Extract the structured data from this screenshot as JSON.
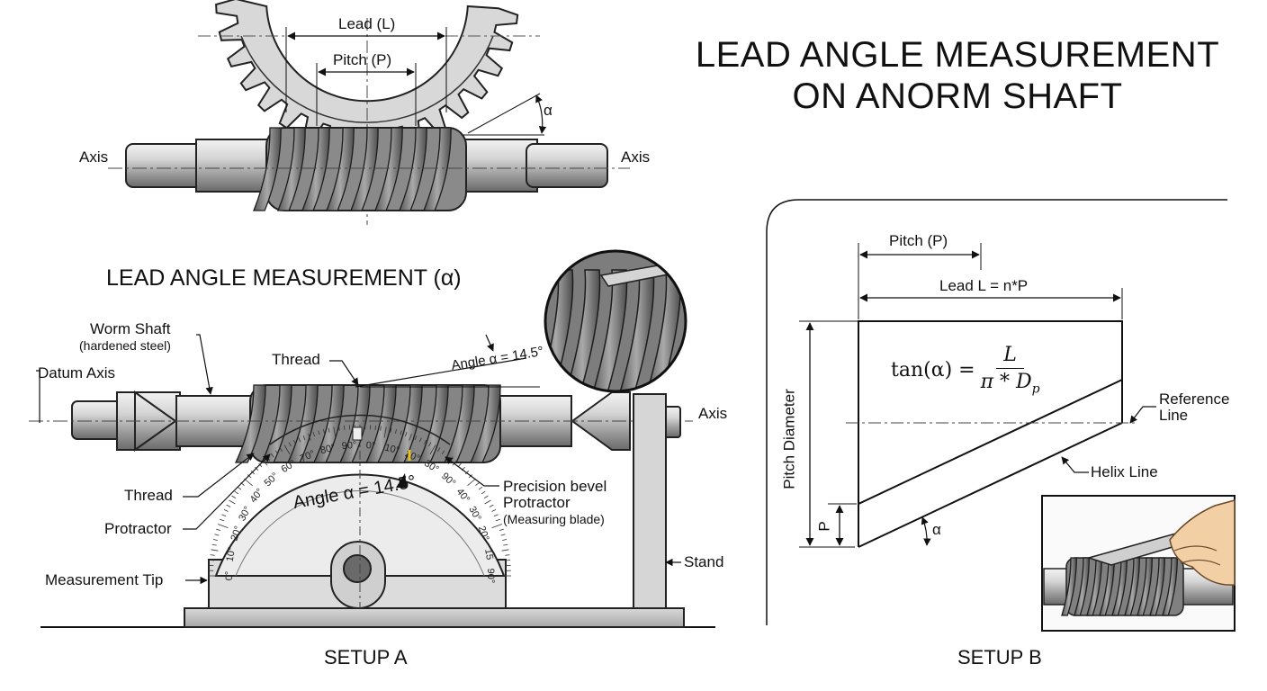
{
  "title": {
    "line1": "LEAD ANGLE MEASUREMENT",
    "line2": "ON ANORM SHAFT"
  },
  "top_view": {
    "lead_label": "Lead (L)",
    "pitch_label": "Pitch (P)",
    "alpha": "α",
    "axis_left": "Axis",
    "axis_right": "Axis"
  },
  "setup_a": {
    "heading": "LEAD ANGLE MEASUREMENT (α)",
    "worm_shaft": "Worm Shaft",
    "worm_shaft_note": "(hardened steel)",
    "datum_axis": "Datum Axis",
    "thread_top": "Thread",
    "angle_label": "Angle α = 14.5°",
    "axis": "Axis",
    "thread_left": "Thread",
    "protractor": "Protractor",
    "measurement_tip": "Measurement Tip",
    "precision_line1": "Precision bevel",
    "precision_line2": "Protractor",
    "precision_line3": "(Measuring blade)",
    "stand": "Stand",
    "dial_text": "Angle α = 14.5°",
    "scale_left": [
      "0°",
      "10°",
      "20°",
      "30°",
      "40°",
      "50°",
      "60°",
      "70°",
      "80°",
      "90°",
      "0°"
    ],
    "scale_right": [
      "10°",
      "20°",
      "30°",
      "90°",
      "40°",
      "30°",
      "20°",
      "15",
      "90°"
    ],
    "caption": "SETUP A"
  },
  "setup_b": {
    "pitch_label": "Pitch (P)",
    "lead_label": "Lead L = n*P",
    "formula_lhs": "tan(α) =",
    "formula_num": "L",
    "formula_den": "π * D",
    "formula_den_sub": "p",
    "pitch_diameter": "Pitch Diameter",
    "p_label": "P",
    "alpha": "α",
    "reference_line_1": "Reference",
    "reference_line_2": "Line",
    "helix_line": "Helix Line",
    "caption": "SETUP B"
  },
  "colors": {
    "ink": "#111111",
    "metal_light": "#e6e6e6",
    "metal_mid": "#b4b4b4",
    "metal_dark": "#6f6f6f",
    "accent": "#e8c21a"
  }
}
